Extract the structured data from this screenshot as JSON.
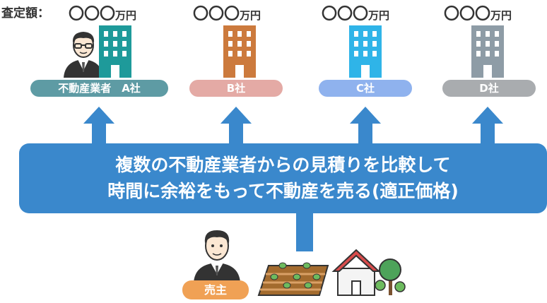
{
  "assessment": {
    "label": "査定額："
  },
  "companies": [
    {
      "name": "不動産業者　A社",
      "price": "〇〇〇",
      "unit": "万円",
      "building_color": "#1e9a9a",
      "pill_color": "#5e9ba4"
    },
    {
      "name": "B社",
      "price": "〇〇〇",
      "unit": "万円",
      "building_color": "#cc7a3d",
      "pill_color": "#e4aaa5"
    },
    {
      "name": "C社",
      "price": "〇〇〇",
      "unit": "万円",
      "building_color": "#2fb4e8",
      "pill_color": "#8fb2ee"
    },
    {
      "name": "D社",
      "price": "〇〇〇",
      "unit": "万円",
      "building_color": "#8e9ca6",
      "pill_color": "#a9acaf"
    }
  ],
  "banner": {
    "line1": "複数の不動産業者からの見積りを比較して",
    "line2": "時間に余裕をもって不動産を売る(適正価格)",
    "color": "#3a88cc"
  },
  "seller": {
    "label": "売主",
    "pill_color": "#f0a155"
  },
  "icons": [
    "businessman-icon",
    "building-icon",
    "seller-person-icon",
    "farmland-icon",
    "house-icon",
    "tree-icon",
    "up-arrow-icon"
  ]
}
